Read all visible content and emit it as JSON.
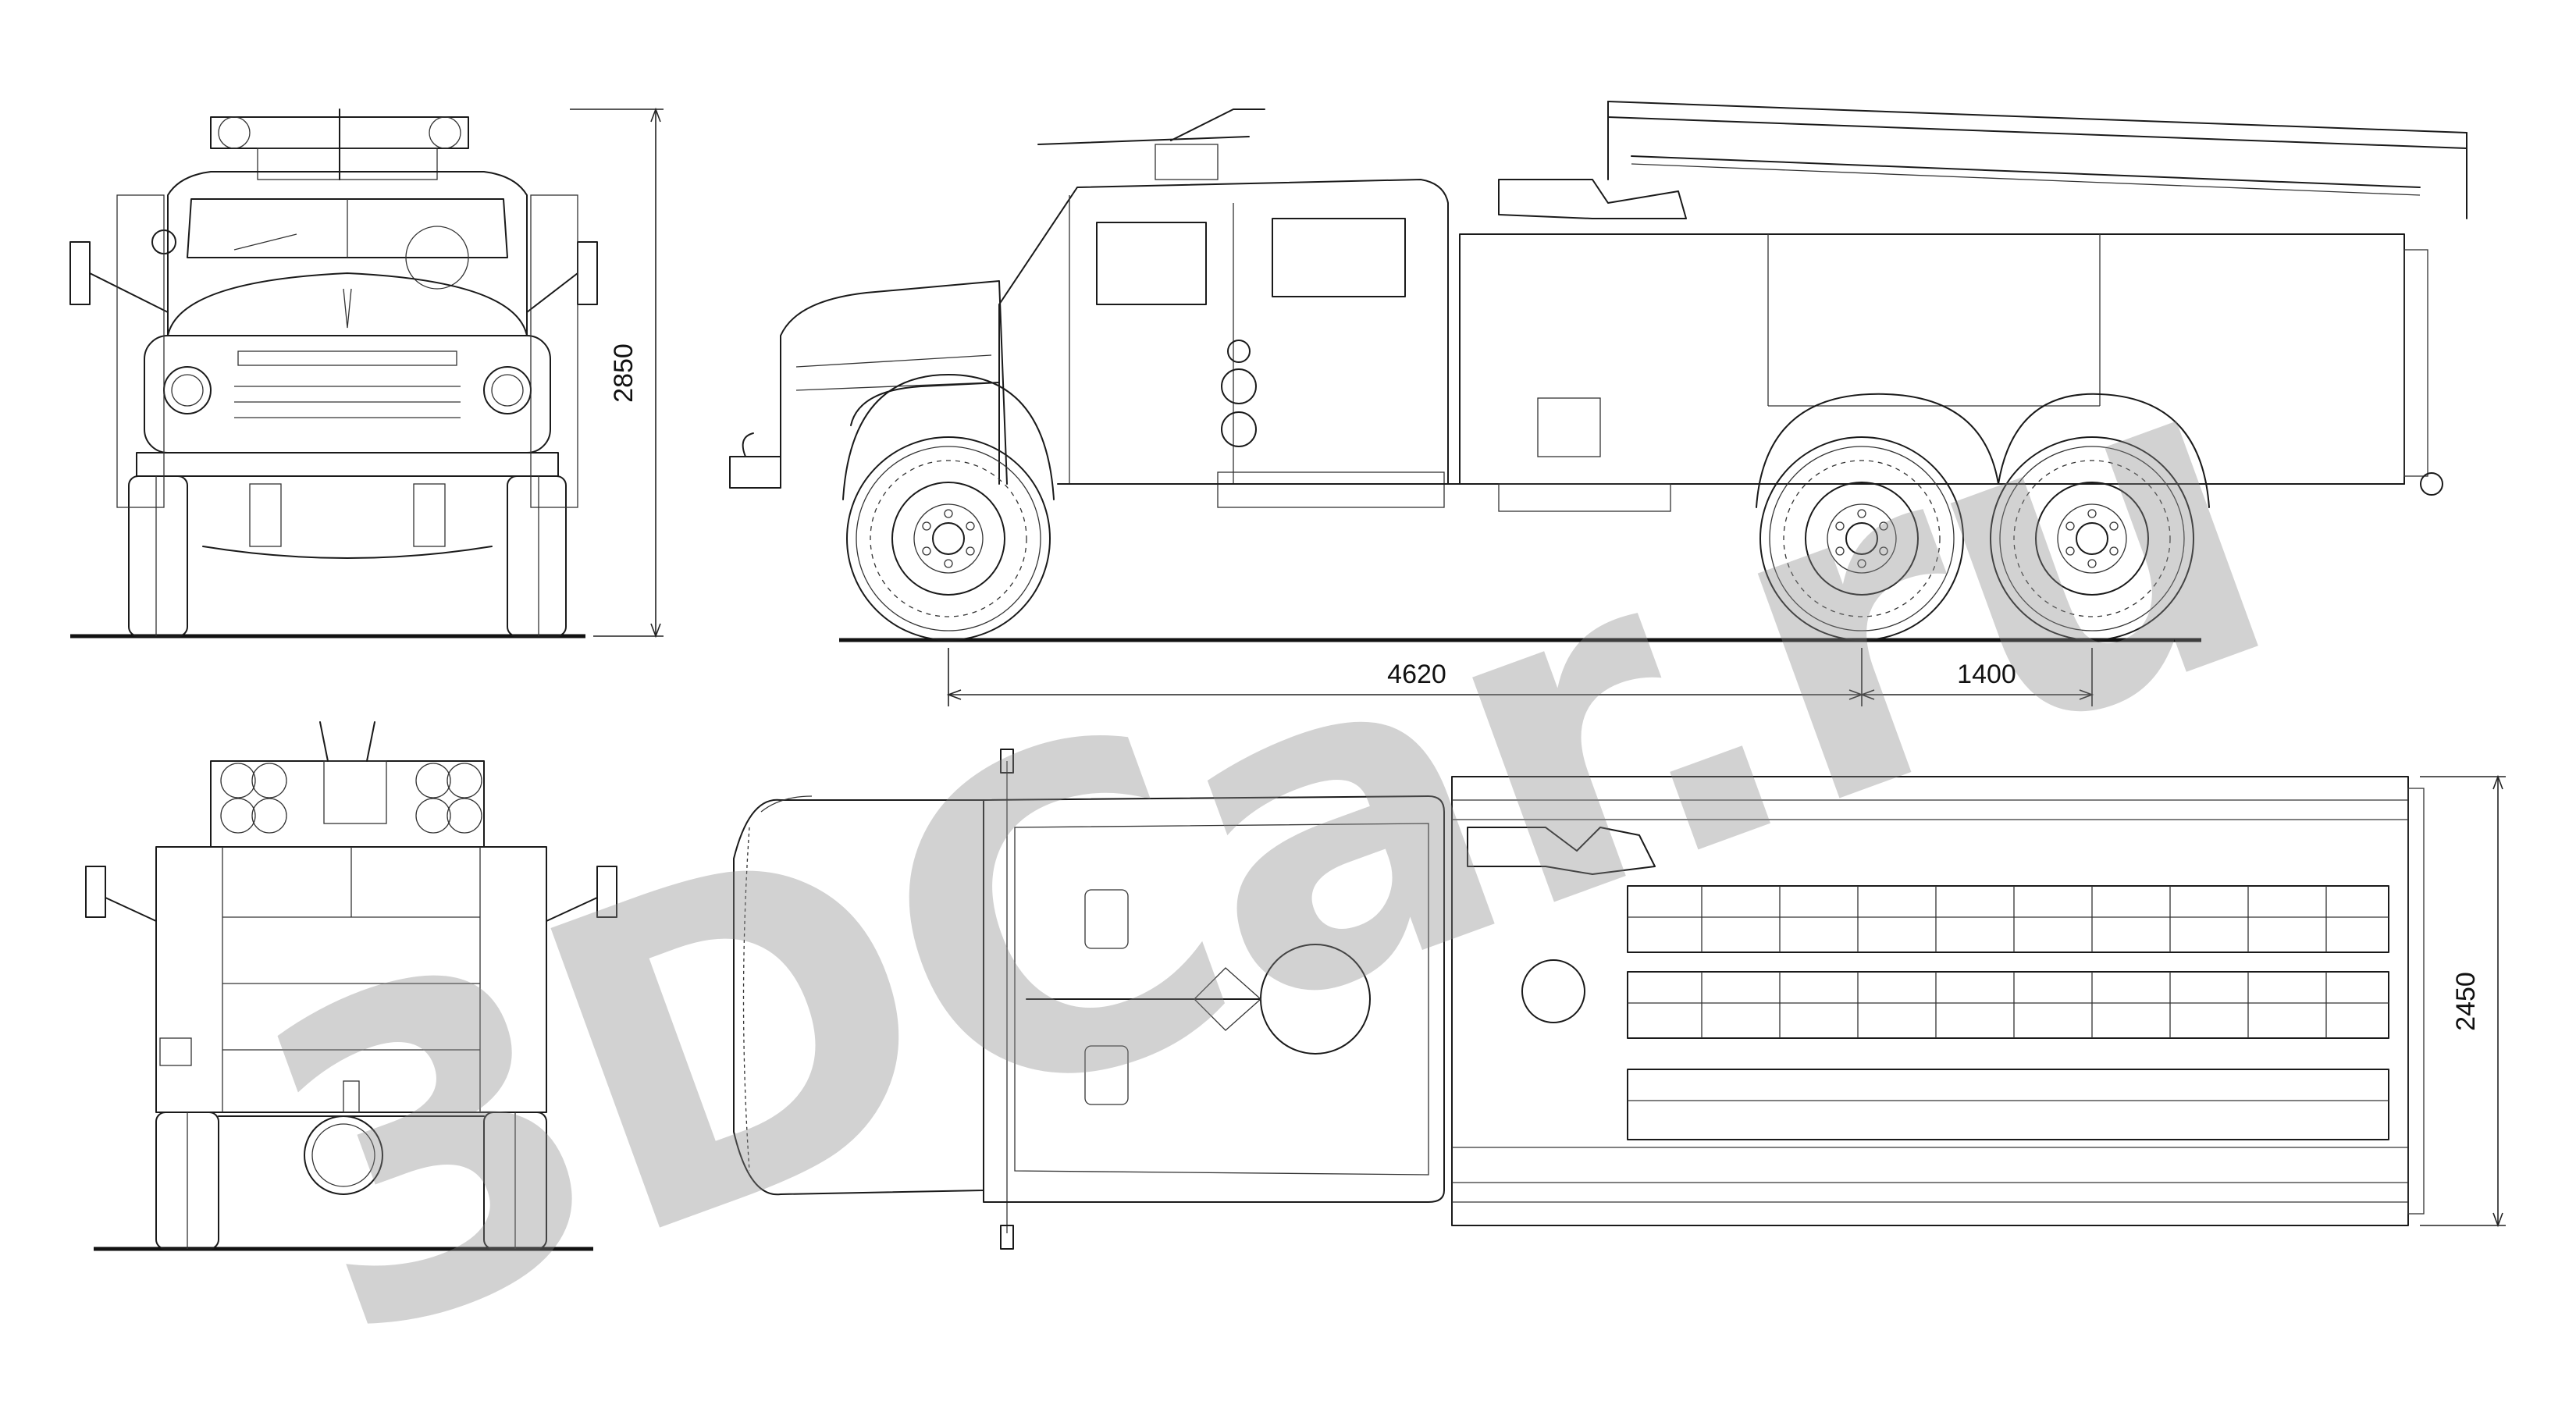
{
  "drawing": {
    "views": [
      "front-view",
      "side-view",
      "rear-view",
      "top-view"
    ],
    "dimensions": {
      "height": "2850",
      "wheelbase": "4620",
      "rear_axle_spacing": "1400",
      "width": "2450"
    }
  },
  "watermark": {
    "text": "3DCar.ru"
  }
}
